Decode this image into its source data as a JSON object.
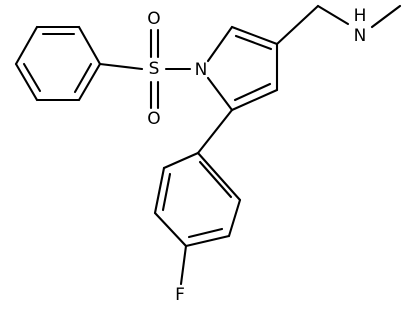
{
  "molecule": {
    "atom_labels": {
      "s": "S",
      "o_top": "O",
      "o_bottom": "O",
      "n_ring": "N",
      "n_amine": "N",
      "h_amine": "H",
      "f": "F"
    },
    "bond_color": "#000000",
    "background": "#ffffff"
  }
}
